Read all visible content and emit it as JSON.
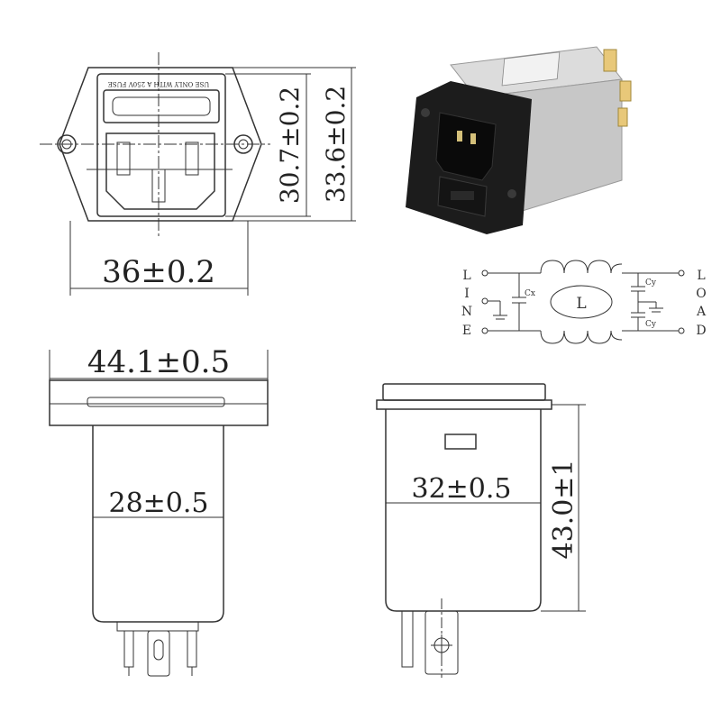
{
  "front_view": {
    "socket_label": "USE ONLY WITH A 250V FUSE",
    "dim_height_inner": "30.7±0.2",
    "dim_height_outer": "33.6±0.2",
    "dim_width": "36±0.2"
  },
  "bottom_left_view": {
    "dim_flange_width": "44.1±0.5",
    "dim_body_width": "28±0.5"
  },
  "bottom_right_view": {
    "dim_body_width": "32±0.5",
    "dim_height": "43.0±1"
  },
  "circuit": {
    "line_letters": [
      "L",
      "I",
      "N",
      "E"
    ],
    "load_letters": [
      "L",
      "O",
      "A",
      "D"
    ],
    "cx_label": "Cx",
    "cy_top_label": "Cy",
    "cy_bottom_label": "Cy",
    "inductor_label": "L"
  },
  "colors": {
    "line": "#333333",
    "body_metal": "#cfcfcf",
    "housing_black": "#1c1c1c"
  }
}
